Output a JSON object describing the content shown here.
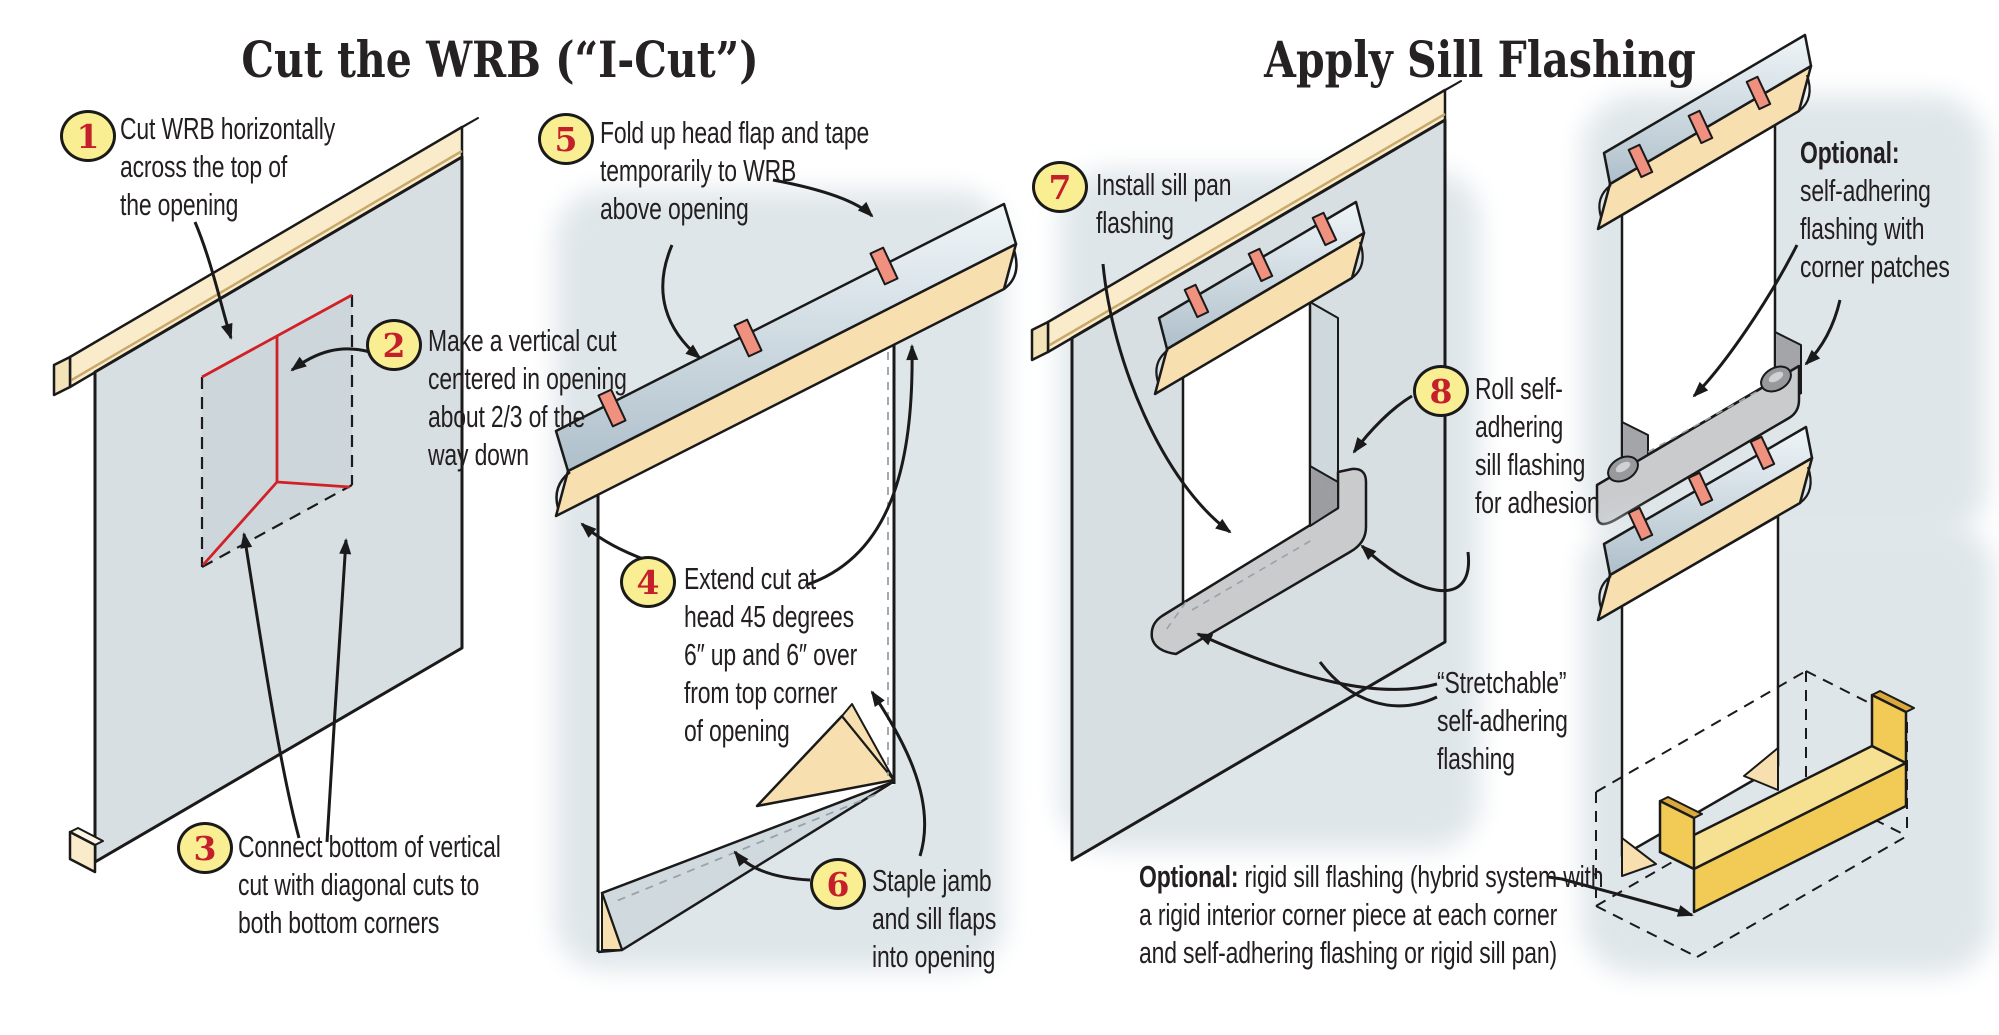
{
  "titles": {
    "left": "Cut the WRB (“I-Cut”)",
    "right": "Apply Sill Flashing"
  },
  "callouts": {
    "c1": {
      "num": "1",
      "text": "Cut WRB horizontally\nacross the top of\nthe opening"
    },
    "c2": {
      "num": "2",
      "text": "Make a vertical cut\ncentered in opening\nabout 2/3 of the\nway down"
    },
    "c3": {
      "num": "3",
      "text": "Connect bottom of vertical\ncut with diagonal cuts to\nboth bottom corners"
    },
    "c4": {
      "num": "4",
      "text": "Extend cut at\nhead 45 degrees\n6″ up and 6″ over\nfrom top corner\nof opening"
    },
    "c5": {
      "num": "5",
      "text": "Fold up head flap and tape\ntemporarily to WRB\nabove opening"
    },
    "c6": {
      "num": "6",
      "text": "Staple jamb\nand sill flaps\ninto opening"
    },
    "c7": {
      "num": "7",
      "text": "Install sill pan\nflashing"
    },
    "c8": {
      "num": "8",
      "text": "Roll self-\nadhering\nsill flashing\nfor adhesion"
    }
  },
  "notes": {
    "stretchable": "“Stretchable”\nself-adhering\nflashing",
    "optional_corner_label": "Optional:",
    "optional_corner_text": "\nself-adhering\nflashing with\ncorner patches",
    "optional_rigid_label": "Optional:",
    "optional_rigid_text": " rigid sill flashing (hybrid system with\na rigid interior corner piece at each corner\nand self-adhering flashing or rigid sill pan)"
  },
  "colors": {
    "wall": "#d8dfe3",
    "opening_shade": "#cdd6db",
    "wood_face": "#faeccb",
    "wood_top": "#fdf6e3",
    "wood_line": "#c9a96b",
    "tan_flap": "#f7dfb0",
    "tape_salmon": "#f0907e",
    "cut_red": "#d22027",
    "callout_yellow": "#f9ef92",
    "callout_red": "#c41f2b",
    "gray_flashing": "#c9cbcd",
    "gray_flashing_dark": "#9b9da0",
    "yellow_pan": "#f1cb55",
    "yellow_pan_light": "#f6e193",
    "yellow_pan_dark": "#dba83c",
    "ink": "#1a1a1a"
  }
}
